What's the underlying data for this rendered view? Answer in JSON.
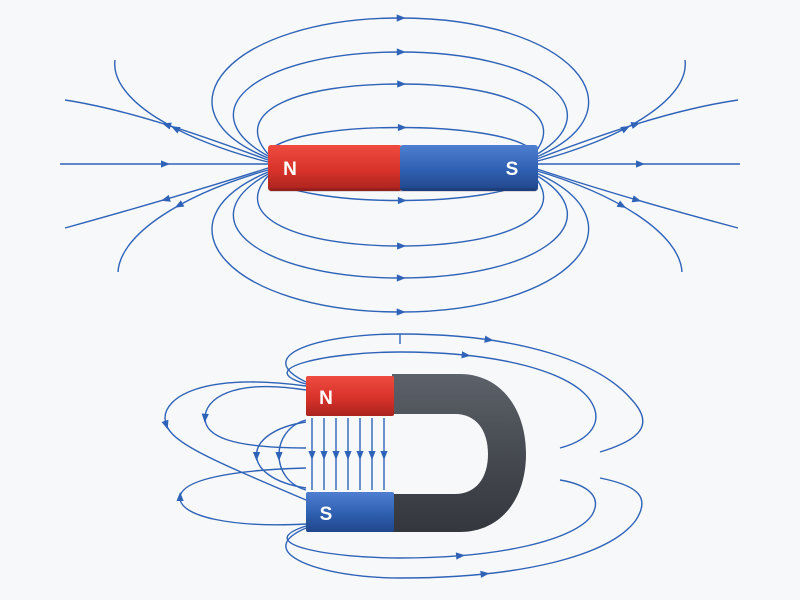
{
  "diagram": {
    "bar_magnet": {
      "north_label": "N",
      "south_label": "S"
    },
    "horseshoe_magnet": {
      "north_label": "N",
      "south_label": "S"
    }
  },
  "colors": {
    "field_line": "#2f63b8",
    "north_pole": "#d8322b",
    "south_pole": "#2e5fb0",
    "horseshoe_body": "#4a4e55",
    "background": "#f7f8fa"
  }
}
